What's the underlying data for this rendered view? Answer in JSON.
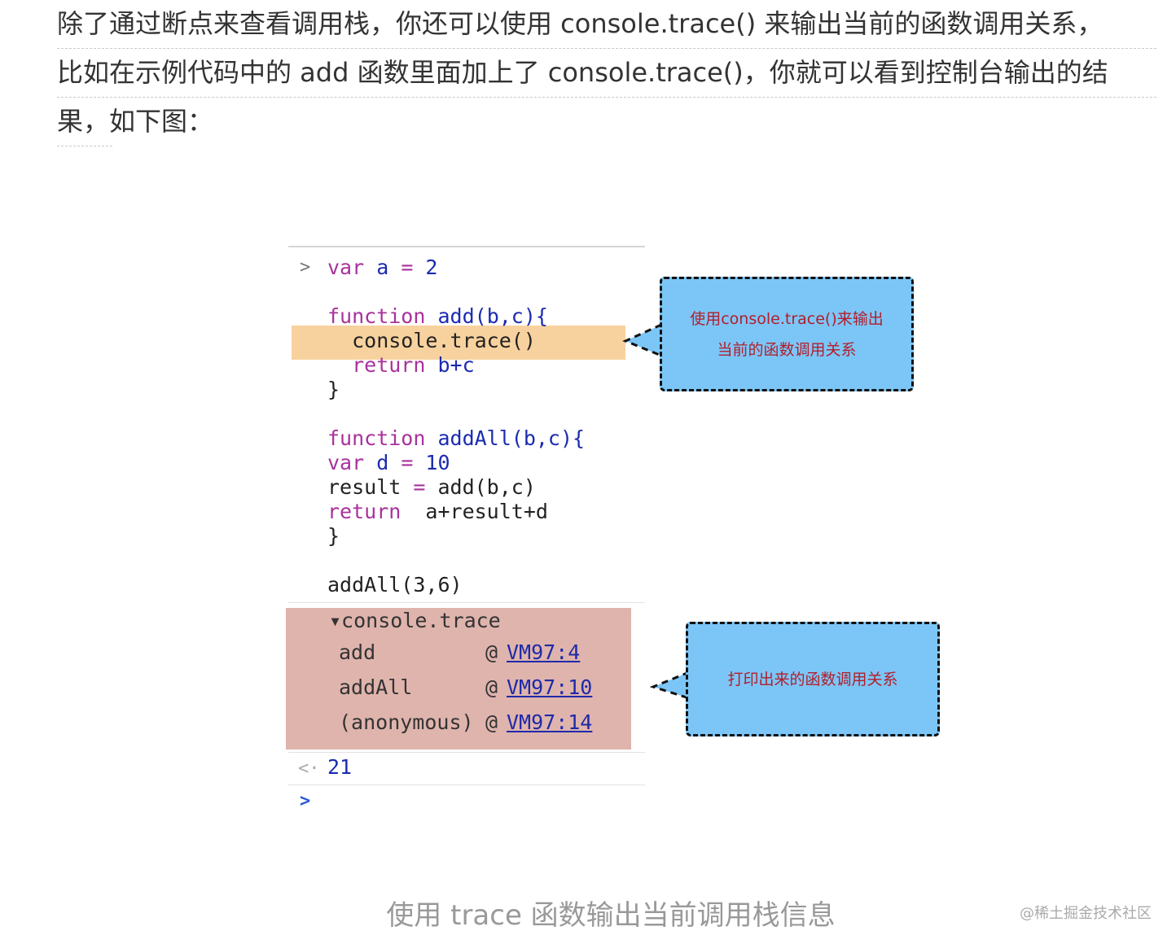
{
  "paragraph": {
    "line1": "除了通过断点来查看调用栈，你还可以使用 console.trace() 来输出当前的函数调用关系，",
    "line2": "比如在示例代码中的 add 函数里面加上了 console.trace()，你就可以看到控制台输出的结",
    "line3": "果，如下图："
  },
  "console": {
    "prompt_glyph": ">",
    "code": {
      "l1_kw": "var",
      "l1_name": " a ",
      "l1_op": "=",
      "l1_val": " 2",
      "l2_kw": "function",
      "l2_name": " add",
      "l2_rest": "(b,c){",
      "l3": "  console.trace()",
      "l4_kw": "  return",
      "l4_rest": " b+c",
      "l5": "}",
      "l6_kw": "function",
      "l6_name": " addAll",
      "l6_rest": "(b,c){",
      "l7_kw": "var",
      "l7_name": " d ",
      "l7_op": "=",
      "l7_val": " 10",
      "l8_a": "result ",
      "l8_op": "=",
      "l8_b": " add(b,c)",
      "l9_kw": "return",
      "l9_rest": "  a+result+d",
      "l10": "}",
      "l11": "addAll(3,6)"
    },
    "trace": {
      "header": "▾console.trace",
      "rows": [
        {
          "fn": "add",
          "at": "@",
          "loc": "VM97:4"
        },
        {
          "fn": "addAll",
          "at": "@",
          "loc": "VM97:10"
        },
        {
          "fn": "(anonymous)",
          "at": "@",
          "loc": "VM97:14"
        }
      ]
    },
    "result_glyph": "<·",
    "result_value": "21",
    "next_prompt": ">"
  },
  "callouts": {
    "first_line1": "使用console.trace()来输出",
    "first_line2": "当前的函数调用关系",
    "second": "打印出来的函数调用关系"
  },
  "caption": "使用 trace 函数输出当前调用栈信息",
  "watermark": "@稀土掘金技术社区",
  "colors": {
    "keyword": "#a8329c",
    "name": "#1b2bb0",
    "callout_bg": "#7cc6f7",
    "callout_text": "#b21e2a",
    "highlight_line": "#f8d29e",
    "highlight_trace": "#dfb4ad"
  }
}
